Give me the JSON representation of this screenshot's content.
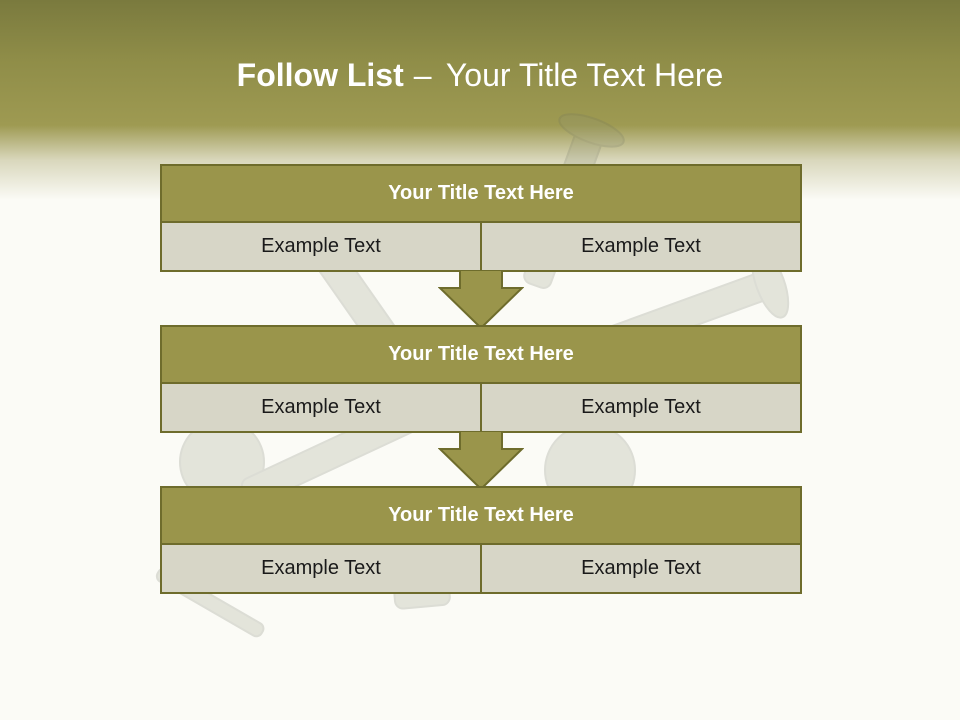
{
  "slide": {
    "title_bold": "Follow List",
    "title_dash": "–",
    "title_rest": "Your Title Text Here"
  },
  "blocks": [
    {
      "title": "Your Title Text Here",
      "cells": [
        "Example Text",
        "Example Text"
      ]
    },
    {
      "title": "Your Title Text Here",
      "cells": [
        "Example Text",
        "Example Text"
      ]
    },
    {
      "title": "Your Title Text Here",
      "cells": [
        "Example Text",
        "Example Text"
      ]
    }
  ],
  "colors": {
    "header": "#9e9a52",
    "block_title": "#9a954b",
    "cell_bg": "#d7d6c7",
    "border": "#6e6c2c",
    "arrow": "#9a954b"
  },
  "icons": {
    "background": "screws-photo",
    "connector": "down-arrow-icon"
  }
}
